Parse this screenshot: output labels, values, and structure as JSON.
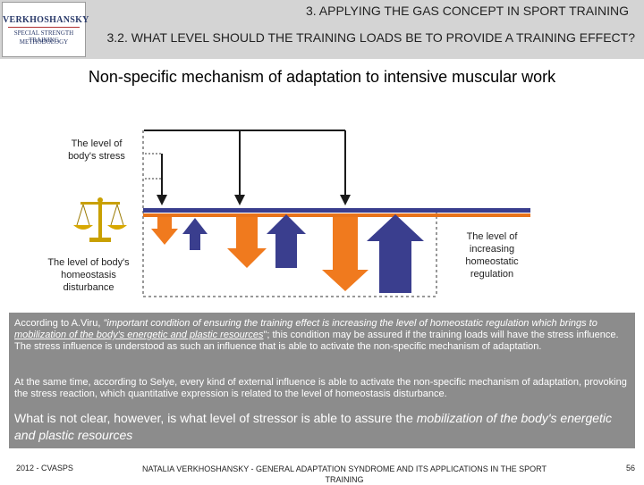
{
  "header": {
    "logo_line1": "VERKHOSHANSKY",
    "logo_line2": "SPECIAL STRENGTH TRAINING",
    "logo_line3": "METHODOLOGY",
    "section_title": "3. APPLYING THE GAS CONCEPT IN SPORT TRAINING",
    "subsection_title": "3.2. WHAT LEVEL SHOULD THE TRAINING LOADS BE TO PROVIDE A TRAINING EFFECT?"
  },
  "slide_title": "Non-specific mechanism of adaptation to intensive muscular work",
  "diagram": {
    "label_stress": "The level of body's stress",
    "label_disturbance": "The level of body's homeostasis disturbance",
    "label_regulation": "The level of increasing homeostatic regulation",
    "colors": {
      "orange": "#f07a1e",
      "blue": "#3a3e8e",
      "black": "#1a1a1a",
      "base_orange": "#e8731a",
      "base_blue": "#3a3e8e"
    },
    "icons": [
      "scales-icon"
    ]
  },
  "text": {
    "p1_a": "According to A.Viru, ",
    "p1_quote": "\"important condition of ensuring the training effect is increasing the level of homeostatic regulation which brings to ",
    "p1_underline": "mobilization of the body's energetic and plastic resources",
    "p1_b": "\"; this condition may be assured if the training loads will have the stress influence. The stress influence is understood as such an influence that is able to activate the non-specific mechanism of adaptation.",
    "p2": "At the same time, according to Selye, every kind of external influence is able to activate the non-specific mechanism of adaptation, provoking the stress reaction, which quantitative expression is related to the level of homeostasis disturbance.",
    "p3_a": "What is not clear, however, is what level of stressor is able to assure the ",
    "p3_em": "mobilization of the body's energetic and plastic resources"
  },
  "footer": {
    "left": "2012 - CVASPS",
    "middle": "NATALIA VERKHOSHANSKY - GENERAL ADAPTATION SYNDROME AND ITS APPLICATIONS IN THE SPORT TRAINING",
    "page": "56"
  }
}
